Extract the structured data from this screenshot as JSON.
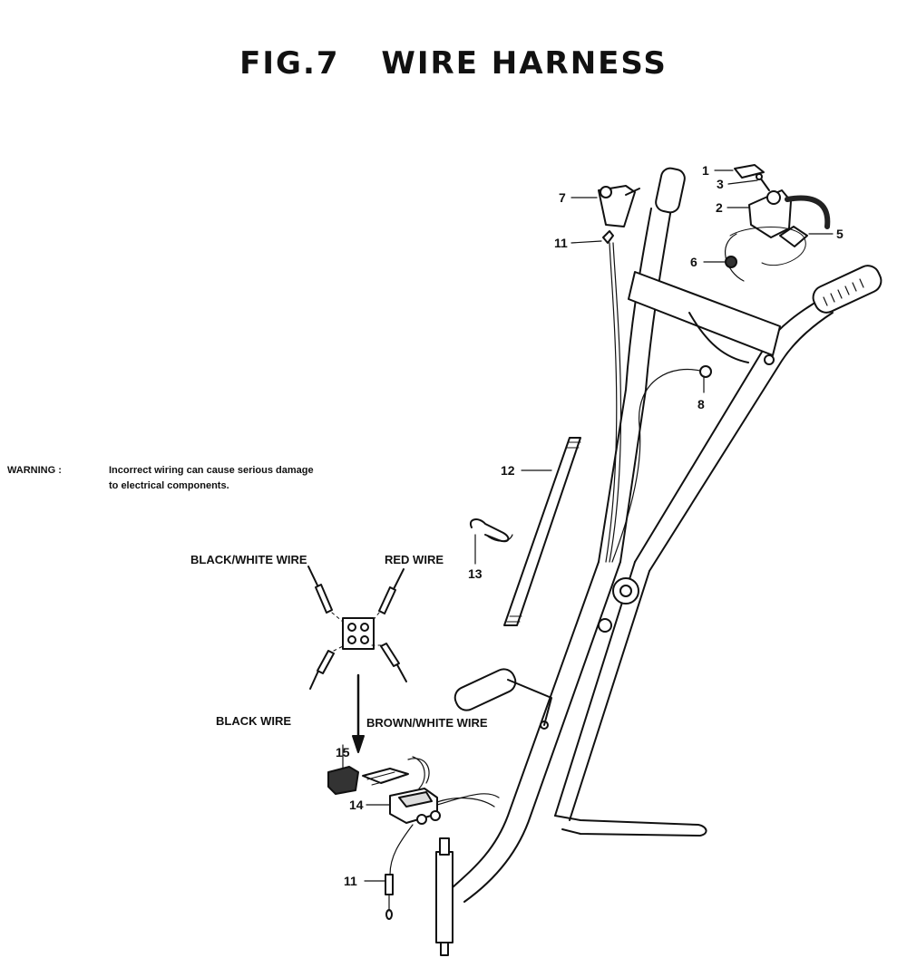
{
  "title": {
    "fig": "FIG.7",
    "name": "WIRE HARNESS"
  },
  "warning": {
    "label": "WARNING :",
    "line1": "Incorrect wiring can cause serious damage",
    "line2": "to electrical components."
  },
  "wire_labels": {
    "black_white": "BLACK/WHITE WIRE",
    "red": "RED WIRE",
    "black": "BLACK WIRE",
    "brown_white": "BROWN/WHITE WIRE"
  },
  "callouts": {
    "c1": "1",
    "c2": "2",
    "c3": "3",
    "c5": "5",
    "c6": "6",
    "c7": "7",
    "c8": "8",
    "c11a": "11",
    "c11b": "11",
    "c12": "12",
    "c13": "13",
    "c14": "14",
    "c15": "15"
  }
}
